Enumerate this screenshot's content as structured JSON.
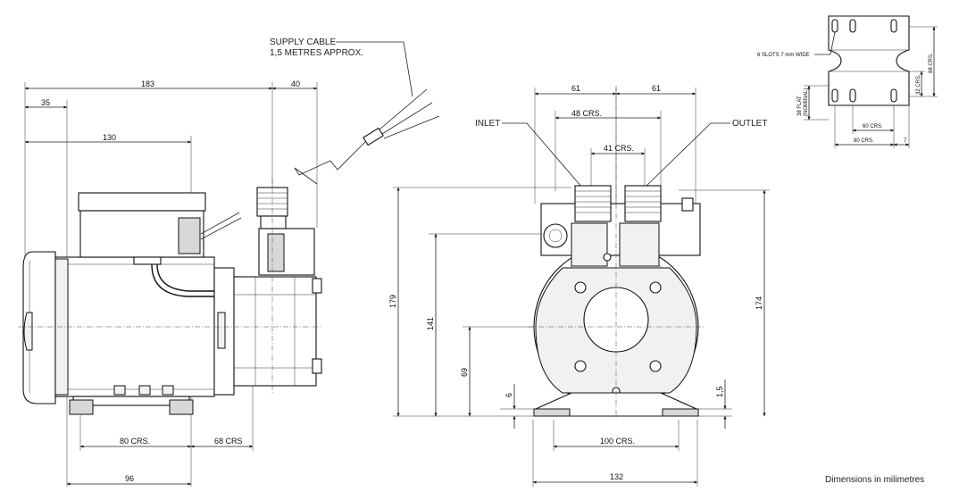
{
  "side_view": {
    "cable_label": "SUPPLY CABLE",
    "cable_length": "1,5 METRES APPROX.",
    "dim_183": "183",
    "dim_40": "40",
    "dim_35": "35",
    "dim_130": "130",
    "dim_80crs": "80 CRS.",
    "dim_68crs": "68 CRS",
    "dim_96": "96"
  },
  "front_view": {
    "inlet_label": "INLET",
    "outlet_label": "OUTLET",
    "dim_61_left": "61",
    "dim_61_right": "61",
    "dim_48crs": "48 CRS.",
    "dim_41crs": "41 CRS.",
    "dim_179": "179",
    "dim_141": "141",
    "dim_69": "69",
    "dim_6": "6",
    "dim_174": "174",
    "dim_1_5": "1,5",
    "dim_100crs": "100 CRS.",
    "dim_132": "132"
  },
  "foot_plan": {
    "slots_label": "6 SLOTS 7 mm WIDE",
    "flat_label_1": "38 FLAT",
    "flat_label_2": "(NOMINAL)",
    "dim_32crs": "32 CRS.",
    "dim_88crs": "88 CRS.",
    "dim_60crs": "60 CRS.",
    "dim_80crs": "80 CRS.",
    "dim_7": "7"
  },
  "footer_note": "Dimensions in milimetres"
}
